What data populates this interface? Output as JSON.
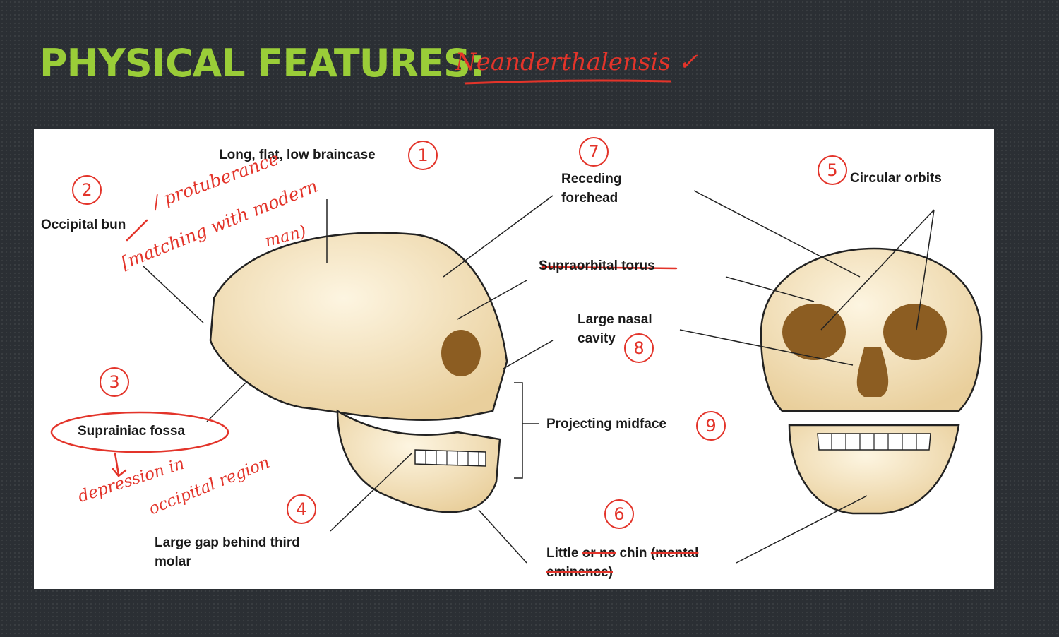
{
  "slide": {
    "title": "PHYSICAL FEATURES:",
    "annotation": "Neanderthalensis ✓"
  },
  "labels": {
    "braincase": "Long, flat, low braincase",
    "occipital_bun": "Occipital bun",
    "receding_1": "Receding",
    "receding_2": "forehead",
    "supraorbital": "Supraorbital torus",
    "nasal_1": "Large nasal",
    "nasal_2": "cavity",
    "circular_orbits": "Circular orbits",
    "suprainiac": "Suprainiac fossa",
    "midface": "Projecting midface",
    "gap_1": "Large gap behind third",
    "gap_2": "molar",
    "chin_little": "Little",
    "chin_struck": "or no",
    "chin_word": "chin",
    "chin_struck2": "(mental",
    "chin_struck3": "eminence)"
  },
  "annotations": {
    "n1": "1",
    "n2": "2",
    "n3": "3",
    "n4": "4",
    "n5": "5",
    "n6": "6",
    "n7": "7",
    "n8": "8",
    "n9": "9",
    "bun_note_1": "/ protuberance",
    "bun_note_2": "[matching with modern",
    "bun_note_3": "man)",
    "fossa_note_1": "depression in",
    "fossa_note_2": "occipital region"
  },
  "colors": {
    "title": "#9acd38",
    "ink": "#e3342a",
    "bone": "#f3dfb3",
    "eye_socket": "#8c5d22"
  }
}
